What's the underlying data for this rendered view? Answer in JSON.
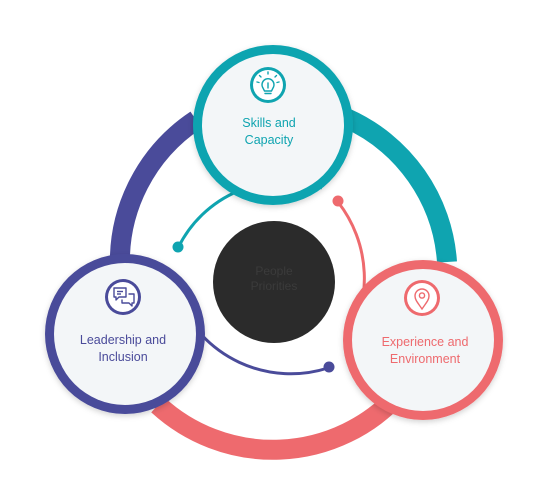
{
  "colors": {
    "teal": "#0fa4b0",
    "navy": "#4a4b9a",
    "coral": "#ee6a6e",
    "center": "#2b2b2b",
    "panel": "#f3f6f8"
  },
  "center": {
    "line1": "People",
    "line2": "Priorities"
  },
  "nodes": [
    {
      "id": "skills",
      "icon": "lightbulb-icon",
      "line1": "Skills and",
      "line2": "Capacity"
    },
    {
      "id": "leadership",
      "icon": "chat-bubbles-icon",
      "line1": "Leadership and",
      "line2": "Inclusion"
    },
    {
      "id": "experience",
      "icon": "location-pin-icon",
      "line1": "Experience and",
      "line2": "Environment"
    }
  ]
}
